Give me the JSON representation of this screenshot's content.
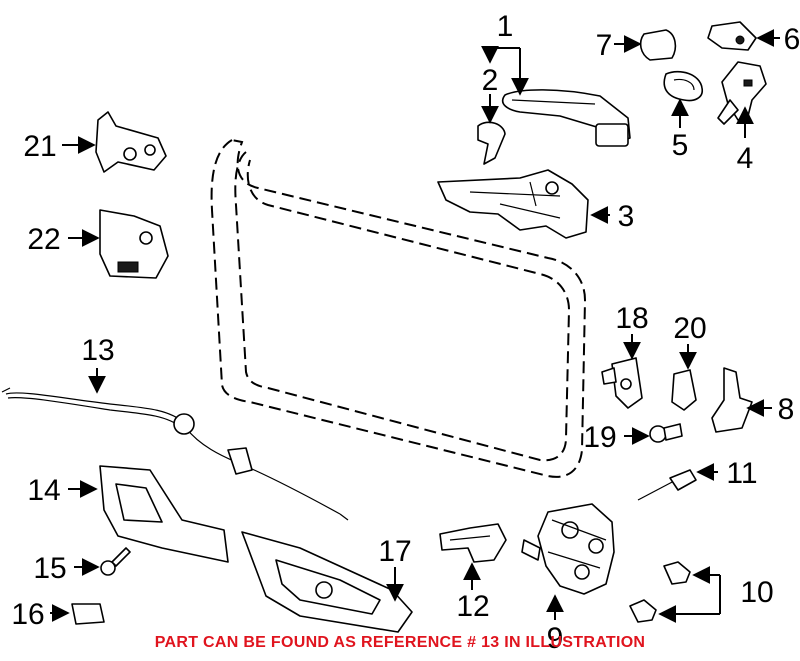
{
  "callouts": {
    "c1": "1",
    "c2": "2",
    "c3": "3",
    "c4": "4",
    "c5": "5",
    "c6": "6",
    "c7": "7",
    "c8": "8",
    "c9": "9",
    "c10": "10",
    "c11": "11",
    "c12": "12",
    "c13": "13",
    "c14": "14",
    "c15": "15",
    "c16": "16",
    "c17": "17",
    "c18": "18",
    "c19": "19",
    "c20": "20",
    "c21": "21",
    "c22": "22"
  },
  "footer_note": "PART CAN BE FOUND AS REFERENCE # 13 IN ILLUSTRATION",
  "colors": {
    "note": "#e0141e",
    "line": "#000000",
    "background": "#ffffff"
  }
}
